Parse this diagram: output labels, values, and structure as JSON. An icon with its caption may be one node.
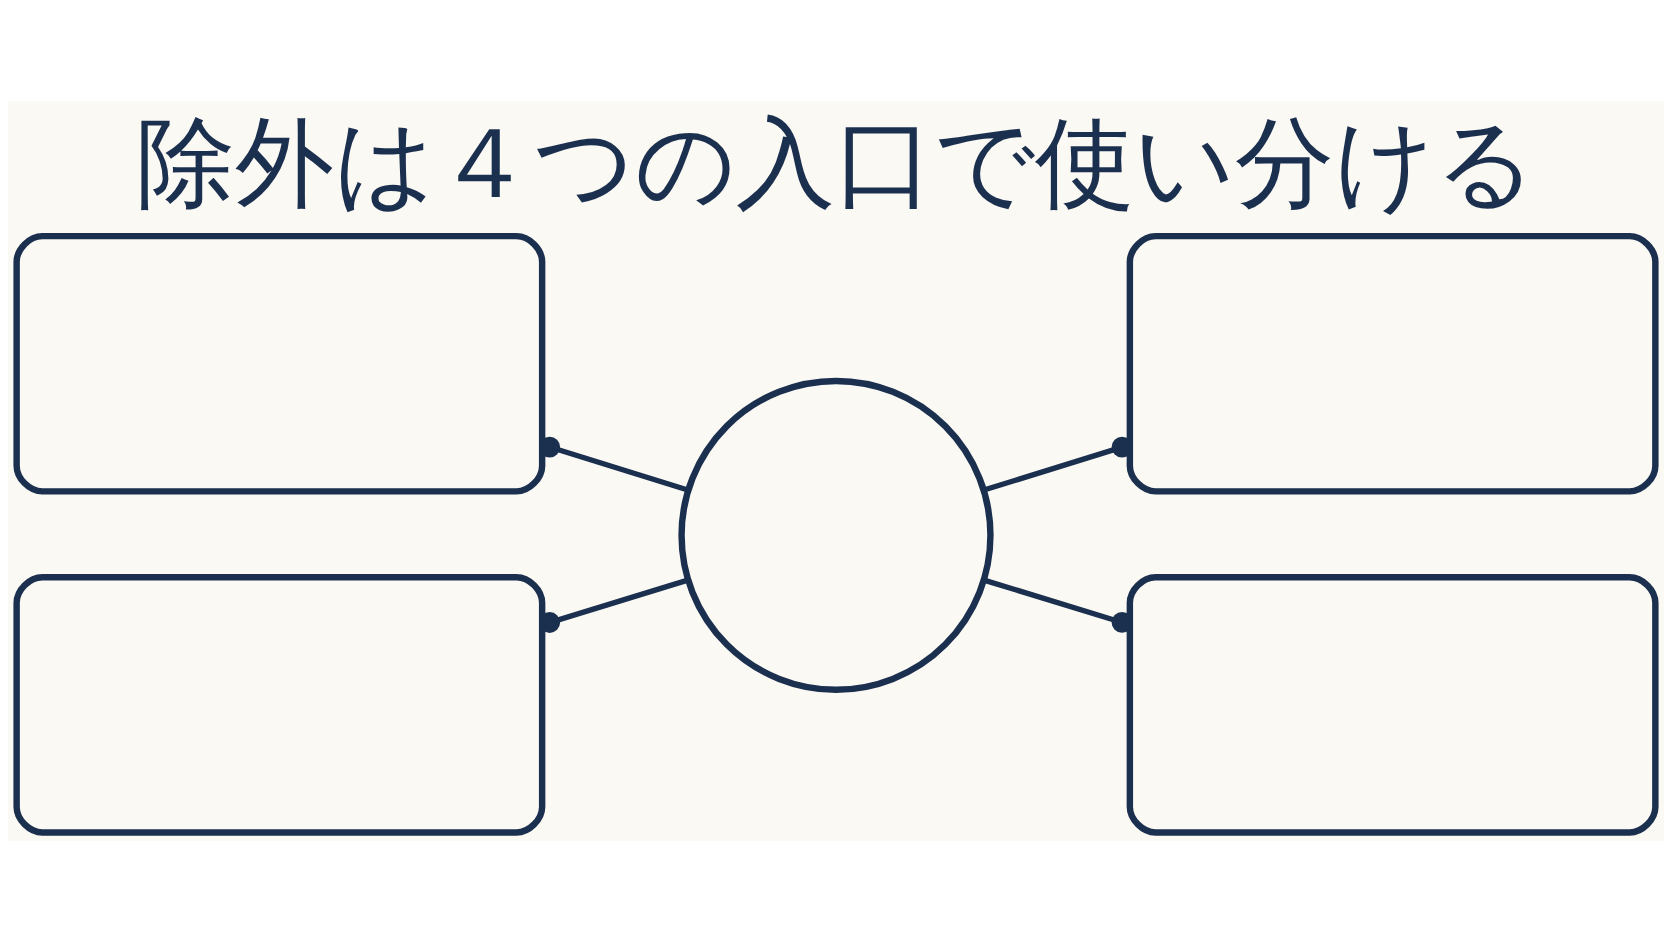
{
  "diagram": {
    "title": "除外は４つの入口で使い分ける",
    "nodes": [
      {
        "text": [],
        "shape": "box"
      },
      {
        "text": [],
        "shape": "box"
      },
      {
        "text": [],
        "shape": "circle"
      },
      {
        "text": [],
        "shape": "box"
      },
      {
        "text": [],
        "shape": "box"
      }
    ],
    "edges": [
      {
        "from": 0,
        "to": 2,
        "arrow": "other"
      },
      {
        "from": 2,
        "to": 1,
        "arrow": "other"
      },
      {
        "from": 3,
        "to": 2,
        "arrow": "other"
      },
      {
        "from": 2,
        "to": 4,
        "arrow": "other"
      }
    ]
  }
}
